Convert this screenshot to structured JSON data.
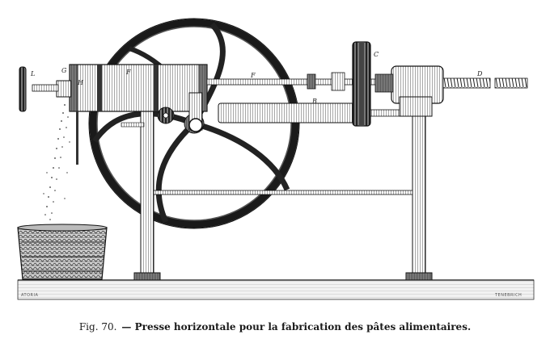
{
  "caption": {
    "fig_number": "Fig. 70.",
    "title": "— Presse horizontale pour la fabrication des pâtes alimentaires."
  },
  "labels": {
    "L": "L",
    "G": "G",
    "H": "H",
    "F_left": "F",
    "F_shaft": "F",
    "C": "C",
    "B": "B",
    "D": "D"
  },
  "signatures": {
    "left": "ATORIA",
    "right": "TENEBRICH"
  },
  "colors": {
    "ink": "#1a1a1a",
    "paper": "#ffffff",
    "shade": "#3a3a3a",
    "ground": "#d8d8d8"
  }
}
